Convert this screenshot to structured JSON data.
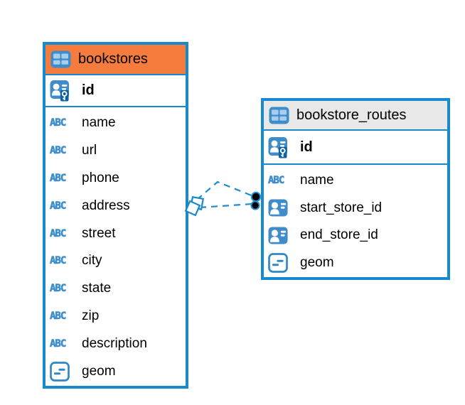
{
  "icons": {
    "text_label": "ABC",
    "table": "table-grid-icon",
    "primary_key": "person-key-icon",
    "reference": "person-card-icon",
    "geometry": "square-dash-icon"
  },
  "colors": {
    "table_border": "#1789cf",
    "bookstores_header_bg": "#f57c3d",
    "routes_header_bg": "#e8e8e8",
    "icon_blue": "#3e8cc9",
    "connector_line": "#1e8bd1",
    "connector_dot": "#000000"
  },
  "tables": [
    {
      "title": "bookstores",
      "id_column": {
        "name": "id",
        "type": "primary-key"
      },
      "columns": [
        {
          "name": "name",
          "type": "text"
        },
        {
          "name": "url",
          "type": "text"
        },
        {
          "name": "phone",
          "type": "text"
        },
        {
          "name": "address",
          "type": "text"
        },
        {
          "name": "street",
          "type": "text"
        },
        {
          "name": "city",
          "type": "text"
        },
        {
          "name": "state",
          "type": "text"
        },
        {
          "name": "zip",
          "type": "text"
        },
        {
          "name": "description",
          "type": "text"
        },
        {
          "name": "geom",
          "type": "geometry"
        }
      ]
    },
    {
      "title": "bookstore_routes",
      "id_column": {
        "name": "id",
        "type": "primary-key"
      },
      "columns": [
        {
          "name": "name",
          "type": "text"
        },
        {
          "name": "start_store_id",
          "type": "reference"
        },
        {
          "name": "end_store_id",
          "type": "reference"
        },
        {
          "name": "geom",
          "type": "geometry"
        }
      ]
    }
  ],
  "relationship": {
    "style": "dashed",
    "line_count": 2,
    "source_marker": "double-diamond",
    "target_marker": "double-dot"
  }
}
